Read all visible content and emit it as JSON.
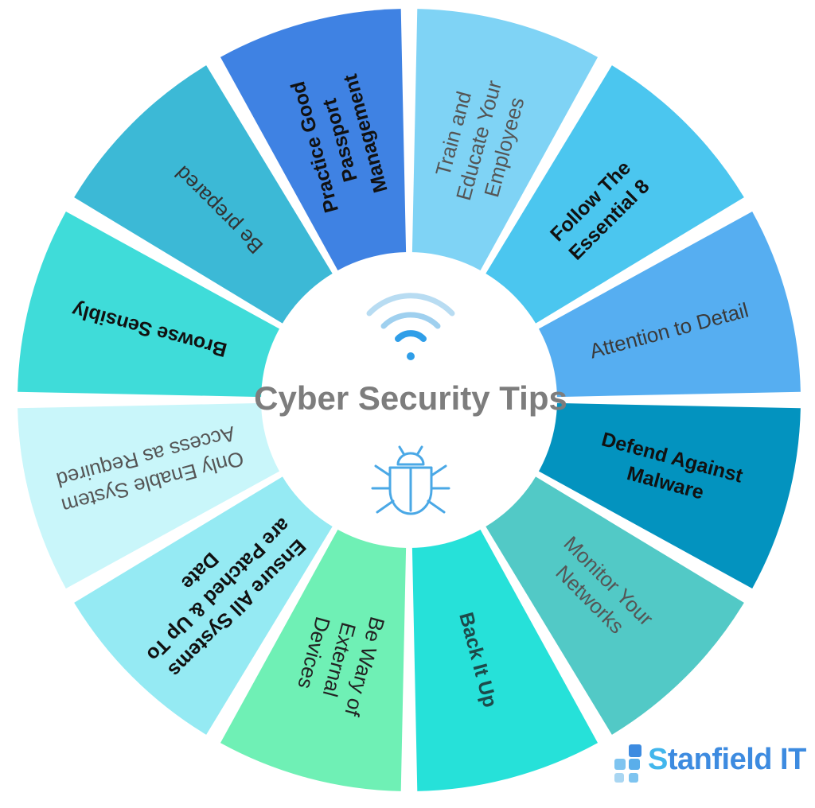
{
  "title": "Cyber Security Tips",
  "logo": {
    "prefix": "S",
    "text": "tanfield IT",
    "color": "#3d8be0"
  },
  "segments": [
    {
      "label": [
        "Train and",
        "Educate Your",
        "Employees"
      ],
      "color": "#7fd3f5",
      "bold": false,
      "textColor": "#555555"
    },
    {
      "label": [
        "Follow The",
        "Essential 8"
      ],
      "color": "#4bc6ef",
      "bold": true,
      "textColor": "#111111"
    },
    {
      "label": [
        "Attention to Detail"
      ],
      "color": "#56aef1",
      "bold": false,
      "textColor": "#3a3a3a"
    },
    {
      "label": [
        "Defend Against",
        "Malware"
      ],
      "color": "#0393bf",
      "bold": true,
      "textColor": "#111111"
    },
    {
      "label": [
        "Monitor Your",
        "Networks"
      ],
      "color": "#52c9c6",
      "bold": false,
      "textColor": "#555555"
    },
    {
      "label": [
        "Back It Up"
      ],
      "color": "#26e1d9",
      "bold": true,
      "textColor": "#1d4a4a"
    },
    {
      "label": [
        "Be Wary of",
        "External",
        "Devices"
      ],
      "color": "#6ff0b5",
      "bold": false,
      "textColor": "#222222"
    },
    {
      "label": [
        "Ensure All Systems",
        "are Patched & Up To",
        "Date"
      ],
      "color": "#95eaf3",
      "bold": true,
      "textColor": "#111111"
    },
    {
      "label": [
        "Only Enable System",
        "Access as Required"
      ],
      "color": "#c9f6fa",
      "bold": false,
      "textColor": "#555555"
    },
    {
      "label": [
        "Browse Sensibly"
      ],
      "color": "#3fdcd9",
      "bold": true,
      "textColor": "#111111"
    },
    {
      "label": [
        "Be prepared"
      ],
      "color": "#3cb9d6",
      "bold": false,
      "textColor": "#333333"
    },
    {
      "label": [
        "Practice Good",
        "Passport",
        "Management"
      ],
      "color": "#3f82e3",
      "bold": true,
      "textColor": "#111111"
    }
  ],
  "icons": {
    "top": "wifi-icon",
    "bottom": "bug-icon",
    "accent": "#2f9ee8",
    "light": "#a9d6f2"
  }
}
